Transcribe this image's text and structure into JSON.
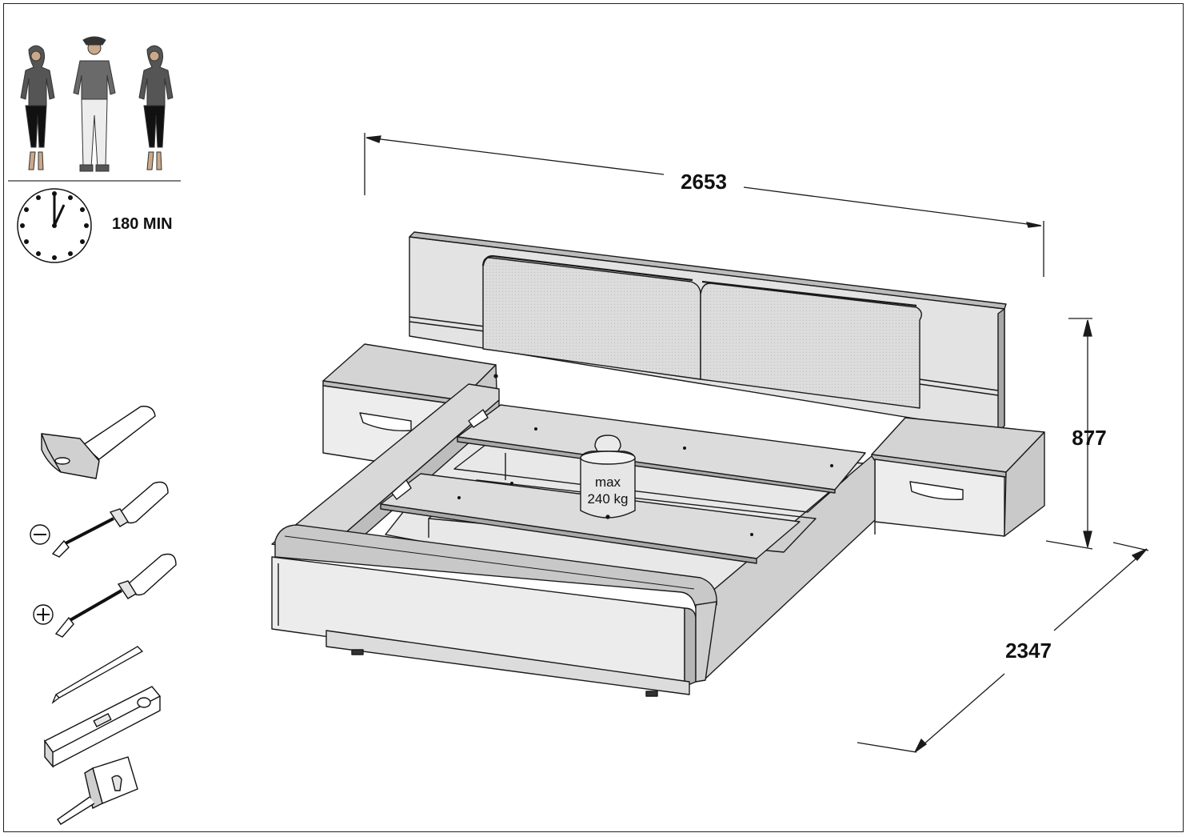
{
  "assembly": {
    "people_count": 3,
    "time_label": "180 MIN"
  },
  "dimensions": {
    "width": "2653",
    "height": "877",
    "depth": "2347"
  },
  "load": {
    "line1": "max",
    "line2": "240 kg"
  },
  "tools": [
    "hammer-icon",
    "flat-screwdriver-icon",
    "phillips-screwdriver-icon",
    "pencil-icon",
    "spirit-level-icon",
    "tape-measure-icon"
  ],
  "colors": {
    "line": "#1a1a1a",
    "panel_light": "#e6e6e6",
    "panel_mid": "#cfcfcf",
    "panel_dark": "#a9a9a9"
  }
}
